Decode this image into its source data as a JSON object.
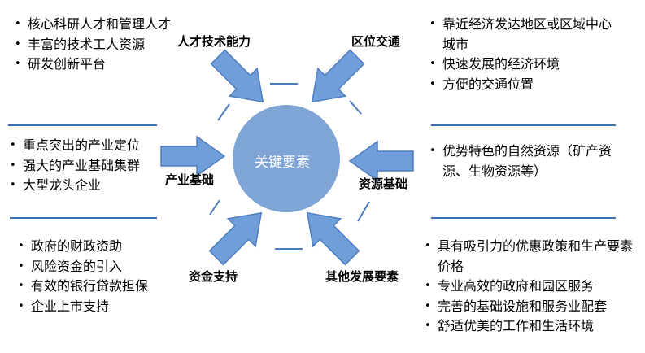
{
  "diagram": {
    "center_label": "关键要素",
    "factors": {
      "talent": "人才技术能力",
      "location": "区位交通",
      "industry": "产业基础",
      "resources": "资源基础",
      "capital": "资金支持",
      "other": "其他发展要素"
    },
    "lists": {
      "talent": [
        "核心科研人才和管理人才",
        "丰富的技术工人资源",
        "研发创新平台"
      ],
      "location": [
        "靠近经济发达地区或区域中心城市",
        "快速发展的经济环境",
        "方便的交通位置"
      ],
      "industry": [
        "重点突出的产业定位",
        "强大的产业基础集群",
        "大型龙头企业"
      ],
      "resources": [
        "优势特色的自然资源（矿产资源、生物资源等）"
      ],
      "capital": [
        "政府的财政资助",
        "风险资金的引入",
        "有效的银行贷款担保",
        "企业上市支持"
      ],
      "other": [
        "具有吸引力的优惠政策和生产要素价格",
        "专业高效的政府和园区服务",
        "完善的基础设施和服务业配套",
        "舒适优美的工作和生活环境"
      ]
    },
    "colors": {
      "circle": "#7ea5d6",
      "arrow_fill": "#6f9ed8",
      "arrow_stroke": "#4f7fc0",
      "divider": "#3f6fb5",
      "ring": "#4e7dbd"
    }
  }
}
